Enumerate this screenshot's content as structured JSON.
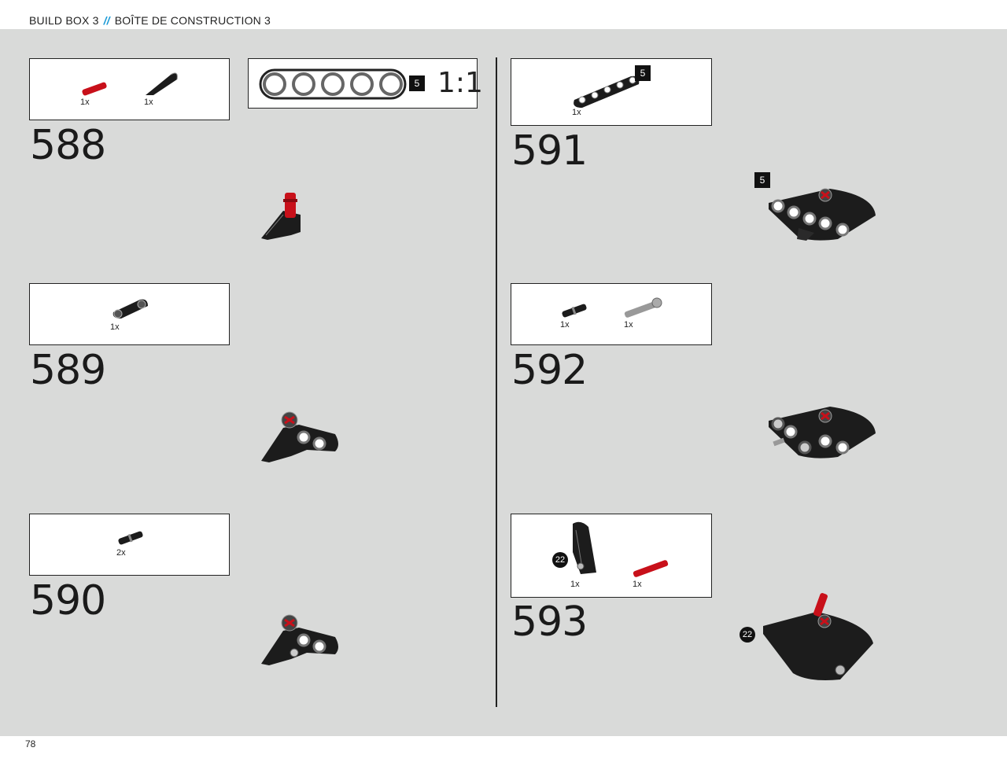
{
  "header": {
    "title_en": "BUILD BOX 3",
    "separator": "//",
    "title_fr": "BOÎTE DE CONSTRUCTION 3"
  },
  "scale_callout": {
    "beam_length_label": "5",
    "scale": "1:1"
  },
  "steps": [
    {
      "number": "588",
      "parts": [
        {
          "qty": "1x",
          "icon": "red-axle-pin-icon"
        },
        {
          "qty": "1x",
          "icon": "black-curved-panel-icon"
        }
      ]
    },
    {
      "number": "589",
      "parts": [
        {
          "qty": "1x",
          "icon": "black-connector-icon"
        }
      ]
    },
    {
      "number": "590",
      "parts": [
        {
          "qty": "2x",
          "icon": "black-pin-icon"
        }
      ]
    },
    {
      "number": "591",
      "parts": [
        {
          "qty": "1x",
          "icon": "black-beam-5-icon"
        }
      ],
      "part_label": "5",
      "assembly_label": "5"
    },
    {
      "number": "592",
      "parts": [
        {
          "qty": "1x",
          "icon": "black-pin-icon"
        },
        {
          "qty": "1x",
          "icon": "gray-axle-pin-icon"
        }
      ]
    },
    {
      "number": "593",
      "parts": [
        {
          "qty": "1x",
          "icon": "black-panel-22-icon"
        },
        {
          "qty": "1x",
          "icon": "red-axle-icon"
        }
      ],
      "part_label": "22",
      "assembly_label": "22"
    }
  ],
  "footer": {
    "page_number": "78"
  },
  "colors": {
    "page_background": "#d9dad9",
    "accent": "#1a9ad6",
    "brick_black": "#1c1c1c",
    "brick_red": "#c8101a"
  }
}
